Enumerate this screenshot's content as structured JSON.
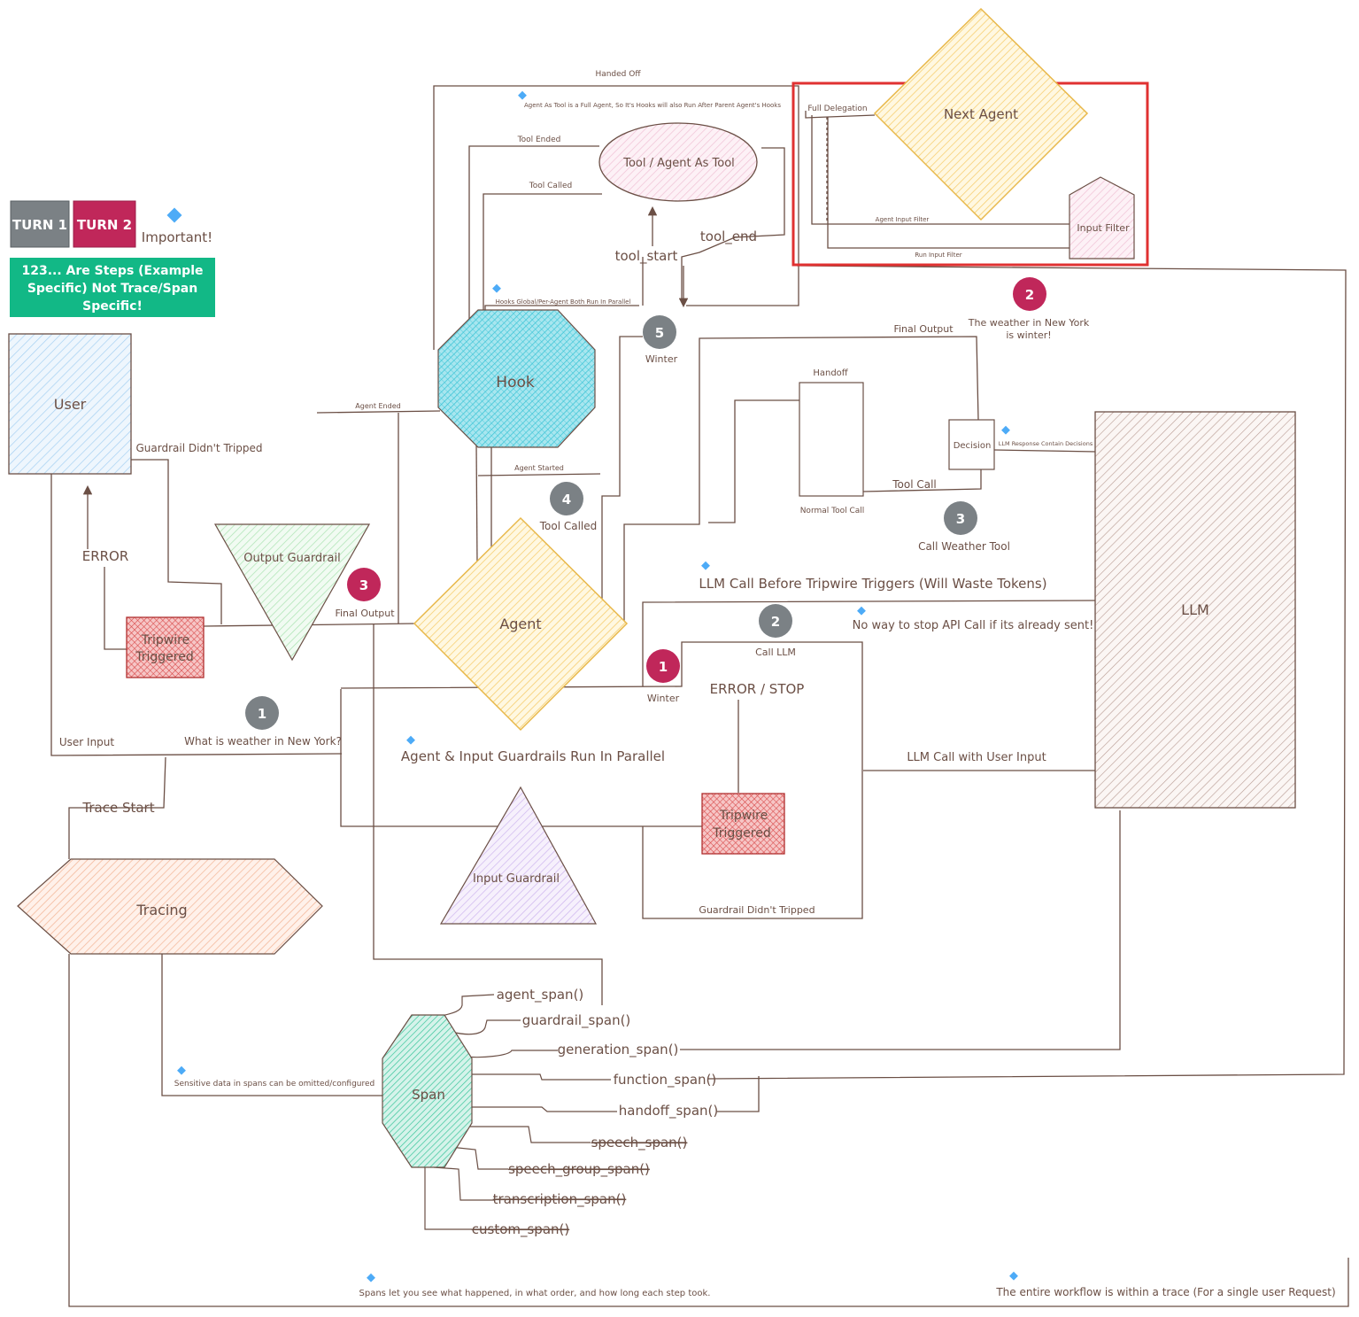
{
  "legend": {
    "turn1": "TURN 1",
    "turn2": "TURN 2",
    "important": "Important!",
    "steps_note_line1": "123... Are Steps (Example",
    "steps_note_line2": "Specific) Not Trace/Span",
    "steps_note_line3": "Specific!"
  },
  "nodes": {
    "user": "User",
    "hook": "Hook",
    "agent": "Agent",
    "output_guardrail": "Output Guardrail",
    "input_guardrail": "Input Guardrail",
    "tool": "Tool / Agent As Tool",
    "next_agent": "Next Agent",
    "input_filter": "Input Filter",
    "llm": "LLM",
    "tracing": "Tracing",
    "span": "Span",
    "decision": "Decision",
    "tripwire_line1": "Tripwire",
    "tripwire_line2": "Triggered"
  },
  "labels": {
    "handed_off": "Handed Off",
    "agent_as_tool_note": "Agent As Tool is a Full Agent, So It's Hooks will also Run After Parent Agent's Hooks",
    "full_delegation": "Full Delegation",
    "agent_input_filter": "Agent Input Filter",
    "run_input_filter": "Run Input Filter",
    "tool_ended": "Tool Ended",
    "tool_called_small": "Tool Called",
    "tool_start": "tool_start",
    "tool_end": "tool_end",
    "hooks_parallel": "Hooks Global/Per-Agent Both Run In Parallel",
    "agent_ended": "Agent Ended",
    "agent_started": "Agent Started",
    "guardrail_didnt_tripped": "Guardrail Didn't Tripped",
    "error": "ERROR",
    "final_output": "Final Output",
    "winter": "Winter",
    "handoff": "Handoff",
    "normal_tool_call": "Normal Tool Call",
    "tool_call": "Tool Call",
    "llm_decisions": "LLM Response Contain Decisions",
    "call_weather_tool": "Call Weather Tool",
    "weather_answer_line1": "The weather in New York",
    "weather_answer_line2": "is winter!",
    "tool_called": "Tool Called",
    "llm_before_tripwire": "LLM Call Before Tripwire Triggers (Will Waste Tokens)",
    "no_way_stop": "No way to stop API Call if its already sent!",
    "call_llm": "Call LLM",
    "error_stop": "ERROR / STOP",
    "user_input": "User Input",
    "user_question": "What is weather in New York?",
    "agent_input_parallel": "Agent & Input Guardrails Run In Parallel",
    "llm_call_user_input": "LLM Call with User Input",
    "trace_start": "Trace Start",
    "sensitive_data": "Sensitive data in spans can be omitted/configured",
    "spans_note": "Spans let you see what happened, in what order, and how long each step took.",
    "trace_note": "The entire workflow is within a trace (For a single user Request)"
  },
  "steps": {
    "s1_gray": "1",
    "s2_gray": "2",
    "s3_gray": "3",
    "s4_gray": "4",
    "s5_gray": "5",
    "s1_red": "1",
    "s2_red": "2",
    "s3_red": "3"
  },
  "spans": {
    "agent": "agent_span()",
    "guardrail": "guardrail_span()",
    "generation": "generation_span()",
    "function": "function_span()",
    "handoff": "handoff_span()",
    "speech": "speech_span()",
    "speech_group": "speech_group_span()",
    "transcription": "transcription_span()",
    "custom": "custom_span()"
  },
  "colors": {
    "turn1": "#7b8185",
    "turn2": "#c0275a",
    "note_green": "#12b886",
    "highlight_red": "#e03131",
    "line": "#6b4f45",
    "diamond_blue": "#4dabf7"
  },
  "icons": {
    "important": "diamond-icon"
  }
}
